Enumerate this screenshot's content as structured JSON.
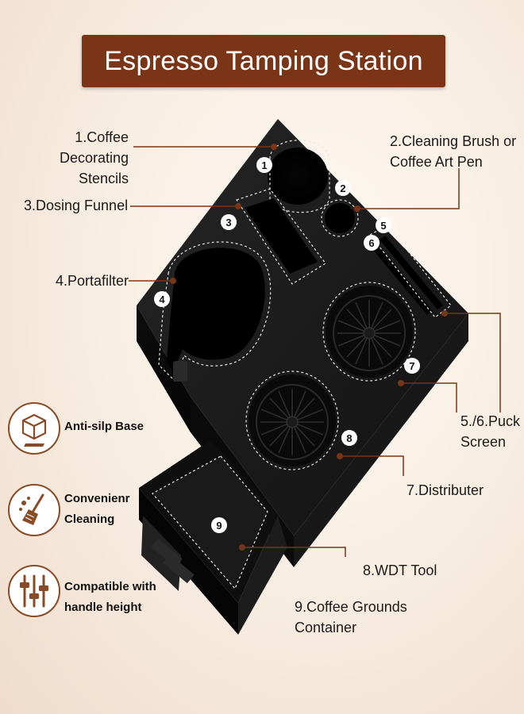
{
  "title": "Espresso Tamping Station",
  "callouts": {
    "c1": [
      "1.Coffee",
      "Decorating Stencils"
    ],
    "c2": [
      "2.Cleaning Brush or",
      "Coffee Art Pen"
    ],
    "c3": "3.Dosing Funnel",
    "c4": "4.Portafilter",
    "c56": [
      "5./6.Puck",
      "Screen"
    ],
    "c7": "7.Distributer",
    "c8": "8.WDT Tool",
    "c9": [
      "9.Coffee Grounds",
      "Container"
    ]
  },
  "markers": [
    "1",
    "2",
    "3",
    "4",
    "5",
    "6",
    "7",
    "8",
    "9"
  ],
  "features": [
    {
      "icon": "cube-icon",
      "lines": [
        "Anti-silp Base"
      ]
    },
    {
      "icon": "broom-icon",
      "lines": [
        "Convenienr",
        "Cleaning"
      ]
    },
    {
      "icon": "sliders-icon",
      "lines": [
        "Compatible with",
        "handle height"
      ]
    }
  ],
  "colors": {
    "banner": "#7a3416",
    "leader": "#7a3416",
    "station": "#151515"
  }
}
